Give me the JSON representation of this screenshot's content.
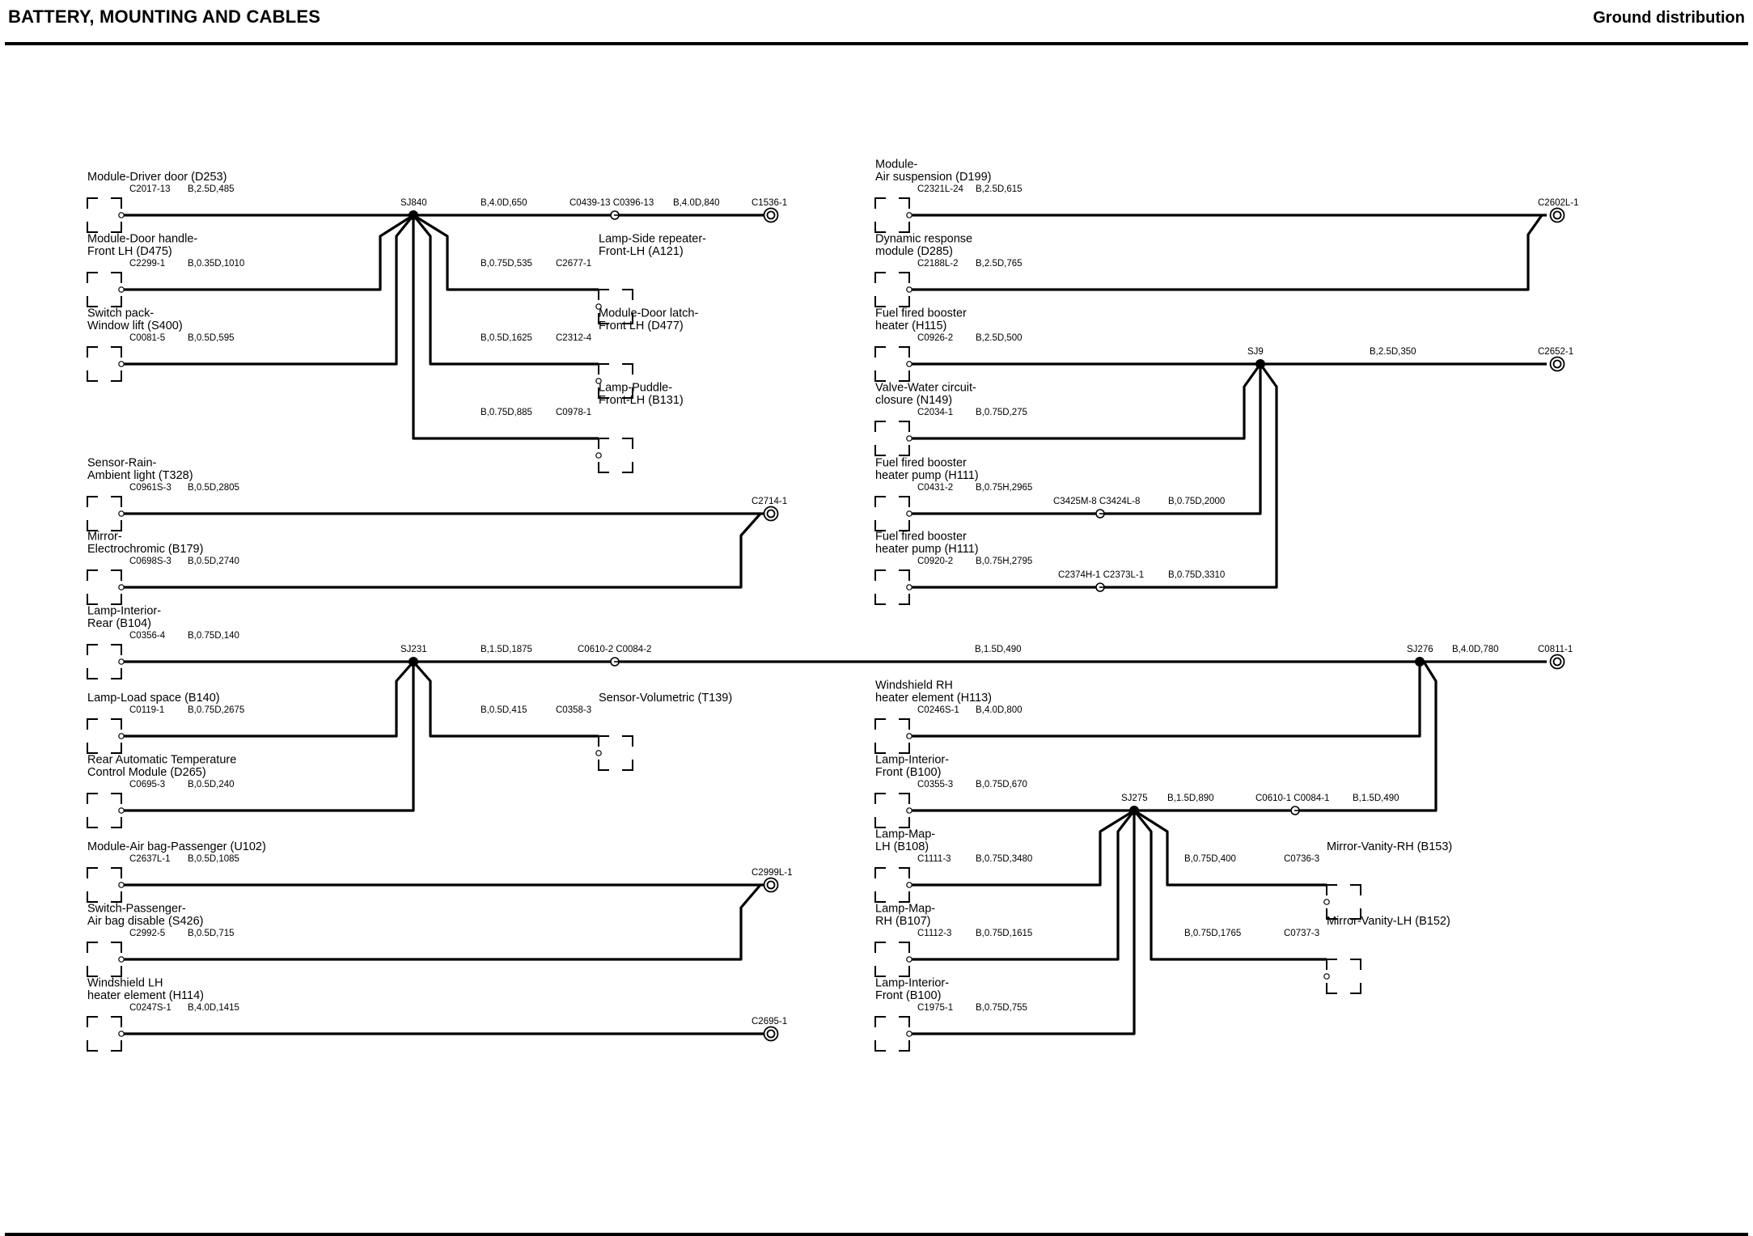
{
  "header": {
    "title": "BATTERY, MOUNTING AND CABLES",
    "section": "Ground distribution"
  },
  "components": [
    {
      "id": "ld1",
      "lines": [
        "Module-Driver door (D253)"
      ],
      "connector": "C2017-13",
      "wire": "B,2.5D,485"
    },
    {
      "id": "ld2",
      "lines": [
        "Module-Door handle-",
        "Front LH (D475)"
      ],
      "connector": "C2299-1",
      "wire": "B,0.35D,1010"
    },
    {
      "id": "ld3",
      "lines": [
        "Switch pack-",
        "Window lift (S400)"
      ],
      "connector": "C0081-5",
      "wire": "B,0.5D,595"
    },
    {
      "id": "ls1",
      "lines": [
        "Sensor-Rain-",
        "Ambient light (T328)"
      ],
      "connector": "C0961S-3",
      "wire": "B,0.5D,2805"
    },
    {
      "id": "ls2",
      "lines": [
        "Mirror-",
        "Electrochromic (B179)"
      ],
      "connector": "C0698S-3",
      "wire": "B,0.5D,2740"
    },
    {
      "id": "lr1",
      "lines": [
        "Lamp-Interior-",
        "Rear (B104)"
      ],
      "connector": "C0356-4",
      "wire": "B,0.75D,140"
    },
    {
      "id": "lr2",
      "lines": [
        "Lamp-Load space (B140)"
      ],
      "connector": "C0119-1",
      "wire": "B,0.75D,2675"
    },
    {
      "id": "lr3",
      "lines": [
        "Rear Automatic Temperature",
        "Control Module (D265)"
      ],
      "connector": "C0695-3",
      "wire": "B,0.5D,240"
    },
    {
      "id": "la1",
      "lines": [
        "Module-Air bag-Passenger (U102)"
      ],
      "connector": "C2637L-1",
      "wire": "B,0.5D,1085"
    },
    {
      "id": "la2",
      "lines": [
        "Switch-Passenger-",
        "Air bag disable (S426)"
      ],
      "connector": "C2992-5",
      "wire": "B,0.5D,715"
    },
    {
      "id": "lw1",
      "lines": [
        "Windshield LH",
        "heater element (H114)"
      ],
      "connector": "C0247S-1",
      "wire": "B,4.0D,1415"
    },
    {
      "id": "ra1",
      "lines": [
        "Module-",
        "Air suspension (D199)"
      ],
      "connector": "C2321L-24",
      "wire": "B,2.5D,615"
    },
    {
      "id": "ra2",
      "lines": [
        "Dynamic response",
        "module (D285)"
      ],
      "connector": "C2188L-2",
      "wire": "B,2.5D,765"
    },
    {
      "id": "rf1",
      "lines": [
        "Fuel fired booster",
        "heater (H115)"
      ],
      "connector": "C0926-2",
      "wire": "B,2.5D,500"
    },
    {
      "id": "rf2",
      "lines": [
        "Valve-Water circuit-",
        "closure (N149)"
      ],
      "connector": "C2034-1",
      "wire": "B,0.75D,275"
    },
    {
      "id": "rf3",
      "lines": [
        "Fuel fired booster",
        "heater pump (H111)"
      ],
      "connector": "C0431-2",
      "wire": "B,0.75H,2965"
    },
    {
      "id": "rf4",
      "lines": [
        "Fuel fired booster",
        "heater pump (H111)"
      ],
      "connector": "C0920-2",
      "wire": "B,0.75H,2795"
    },
    {
      "id": "rw1",
      "lines": [
        "Windshield RH",
        "heater element (H113)"
      ],
      "connector": "C0246S-1",
      "wire": "B,4.0D,800"
    },
    {
      "id": "rl1",
      "lines": [
        "Lamp-Interior-",
        "Front (B100)"
      ],
      "connector": "C0355-3",
      "wire": "B,0.75D,670"
    },
    {
      "id": "rl2",
      "lines": [
        "Lamp-Map-",
        "LH (B108)"
      ],
      "connector": "C1111-3",
      "wire": "B,0.75D,3480"
    },
    {
      "id": "rl3",
      "lines": [
        "Lamp-Map-",
        "RH (B107)"
      ],
      "connector": "C1112-3",
      "wire": "B,0.75D,1615"
    },
    {
      "id": "rl4",
      "lines": [
        "Lamp-Interior-",
        "Front (B100)"
      ],
      "connector": "C1975-1",
      "wire": "B,0.75D,755"
    },
    {
      "id": "o1",
      "lines": [
        "Lamp-Side repeater-",
        "Front-LH (A121)"
      ],
      "connector": "C2677-1",
      "wire": "B,0.75D,535"
    },
    {
      "id": "o2",
      "lines": [
        "Module-Door latch-",
        "Front LH (D477)"
      ],
      "connector": "C2312-4",
      "wire": "B,0.5D,1625"
    },
    {
      "id": "o3",
      "lines": [
        "Lamp-Puddle-",
        "Front-LH (B131)"
      ],
      "connector": "C0978-1",
      "wire": "B,0.75D,885"
    },
    {
      "id": "o4",
      "lines": [
        "Sensor-Volumetric (T139)"
      ],
      "connector": "C0358-3",
      "wire": "B,0.5D,415"
    },
    {
      "id": "o5",
      "lines": [
        "Mirror-Vanity-RH (B153)"
      ],
      "connector": "C0736-3",
      "wire": "B,0.75D,400"
    },
    {
      "id": "o6",
      "lines": [
        "Mirror-Vanity-LH (B152)"
      ],
      "connector": "C0737-3",
      "wire": "B,0.75D,1765"
    }
  ],
  "splices": [
    {
      "id": "s1",
      "label": "SJ840"
    },
    {
      "id": "s2",
      "label": "SJ231"
    },
    {
      "id": "s3",
      "label": "SJ9"
    },
    {
      "id": "s4",
      "label": "SJ276"
    },
    {
      "id": "s5",
      "label": "SJ275"
    }
  ],
  "wire_labels": [
    {
      "id": "w1",
      "text": "B,4.0D,650"
    },
    {
      "id": "w2",
      "text": "B,4.0D,840"
    },
    {
      "id": "w3",
      "text": "B,2.5D,350"
    },
    {
      "id": "w4",
      "text": "B,0.75D,2000"
    },
    {
      "id": "w5",
      "text": "B,0.75D,3310"
    },
    {
      "id": "w6",
      "text": "B,1.5D,1875"
    },
    {
      "id": "w7",
      "text": "B,1.5D,490"
    },
    {
      "id": "w8",
      "text": "B,4.0D,780"
    },
    {
      "id": "w9",
      "text": "B,1.5D,890"
    },
    {
      "id": "w10",
      "text": "B,1.5D,490"
    }
  ],
  "inline_connectors": [
    {
      "id": "ic1",
      "text": "C0439-13 C0396-13"
    },
    {
      "id": "ic2",
      "text": "C3425M-8 C3424L-8"
    },
    {
      "id": "ic3",
      "text": "C2374H-1 C2373L-1"
    },
    {
      "id": "ic4",
      "text": "C0610-2 C0084-2"
    },
    {
      "id": "ic5",
      "text": "C0610-1 C0084-1"
    }
  ],
  "grounds": [
    {
      "id": "g1",
      "label": "C1536-1"
    },
    {
      "id": "g2",
      "label": "C2714-1"
    },
    {
      "id": "g3",
      "label": "C2999L-1"
    },
    {
      "id": "g4",
      "label": "C2695-1"
    },
    {
      "id": "g5",
      "label": "C2602L-1"
    },
    {
      "id": "g6",
      "label": "C2652-1"
    },
    {
      "id": "g7",
      "label": "C0811-1"
    }
  ]
}
